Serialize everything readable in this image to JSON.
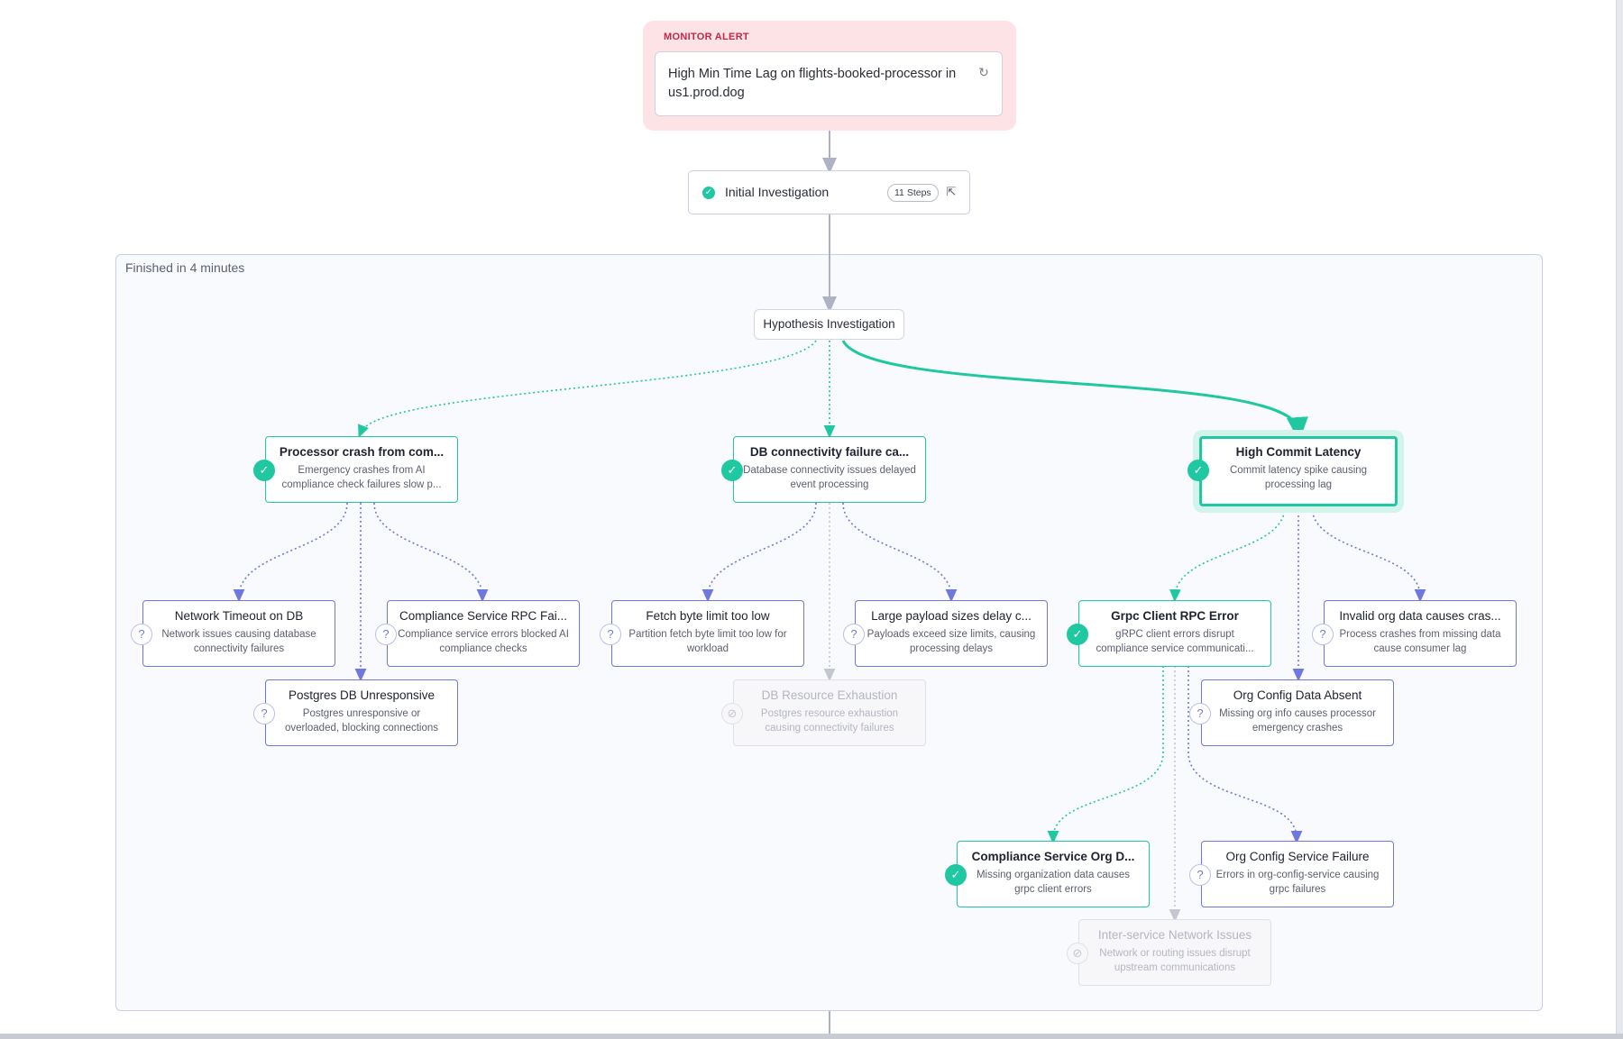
{
  "alert": {
    "header": "MONITOR ALERT",
    "title": "High Min Time Lag on flights-booked-processor in us1.prod.dog",
    "icon": "refresh-icon"
  },
  "initial_investigation": {
    "label": "Initial Investigation",
    "steps": "11 Steps",
    "status": "completed",
    "icon": "expand-icon"
  },
  "frame": {
    "label": "Finished in 4 minutes"
  },
  "hypothesis": {
    "label": "Hypothesis Investigation"
  },
  "colors": {
    "confirmed": "#1fc8a0",
    "pending": "#6f78dc",
    "dismissed": "#c4c6d0",
    "alert_bg": "#fde3e6",
    "alert_text": "#c0294a"
  },
  "nodes": [
    {
      "id": "n1",
      "title": "Processor crash from com...",
      "desc": "Emergency crashes from AI compliance check failures slow p...",
      "status": "confirmed"
    },
    {
      "id": "n2",
      "title": "DB connectivity failure ca...",
      "desc": "Database connectivity issues delayed event processing",
      "status": "confirmed"
    },
    {
      "id": "n3",
      "title": "High Commit Latency",
      "desc": "Commit latency spike causing processing lag",
      "status": "confirmed-root"
    },
    {
      "id": "n4",
      "title": "Network Timeout on DB",
      "desc": "Network issues causing database connectivity failures",
      "status": "pending"
    },
    {
      "id": "n5",
      "title": "Compliance Service RPC Fai...",
      "desc": "Compliance service errors blocked AI compliance checks",
      "status": "pending"
    },
    {
      "id": "n6",
      "title": "Postgres DB Unresponsive",
      "desc": "Postgres unresponsive or overloaded, blocking connections",
      "status": "pending"
    },
    {
      "id": "n7",
      "title": "Fetch byte limit too low",
      "desc": "Partition fetch byte limit too low for workload",
      "status": "pending"
    },
    {
      "id": "n8",
      "title": "Large payload sizes delay c...",
      "desc": "Payloads exceed size limits, causing processing delays",
      "status": "pending"
    },
    {
      "id": "n9",
      "title": "DB Resource Exhaustion",
      "desc": "Postgres resource exhaustion causing connectivity failures",
      "status": "dismissed"
    },
    {
      "id": "n10",
      "title": "Grpc Client RPC Error",
      "desc": "gRPC client errors disrupt compliance service communicati...",
      "status": "confirmed"
    },
    {
      "id": "n11",
      "title": "Invalid org data causes cras...",
      "desc": "Process crashes from missing data cause consumer lag",
      "status": "pending"
    },
    {
      "id": "n12",
      "title": "Org Config Data Absent",
      "desc": "Missing org info causes processor emergency crashes",
      "status": "pending"
    },
    {
      "id": "n13",
      "title": "Compliance Service Org D...",
      "desc": "Missing organization data causes grpc client errors",
      "status": "confirmed"
    },
    {
      "id": "n14",
      "title": "Org Config Service Failure",
      "desc": "Errors in org-config-service causing grpc failures",
      "status": "pending"
    },
    {
      "id": "n15",
      "title": "Inter-service Network Issues",
      "desc": "Network or routing issues disrupt upstream communications",
      "status": "dismissed"
    }
  ]
}
